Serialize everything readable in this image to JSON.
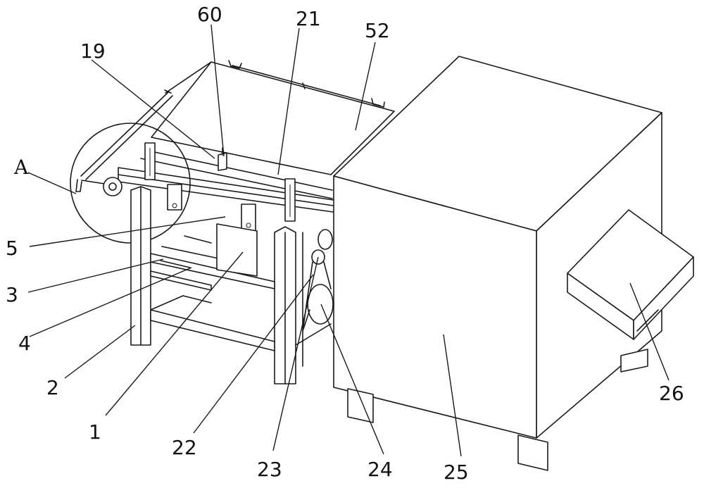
{
  "labels": {
    "l60": "60",
    "l21": "21",
    "l52": "52",
    "l19": "19",
    "lA": "A",
    "l5": "5",
    "l3": "3",
    "l4": "4",
    "l2": "2",
    "l1": "1",
    "l22": "22",
    "l23": "23",
    "l24": "24",
    "l25": "25",
    "l26": "26"
  }
}
